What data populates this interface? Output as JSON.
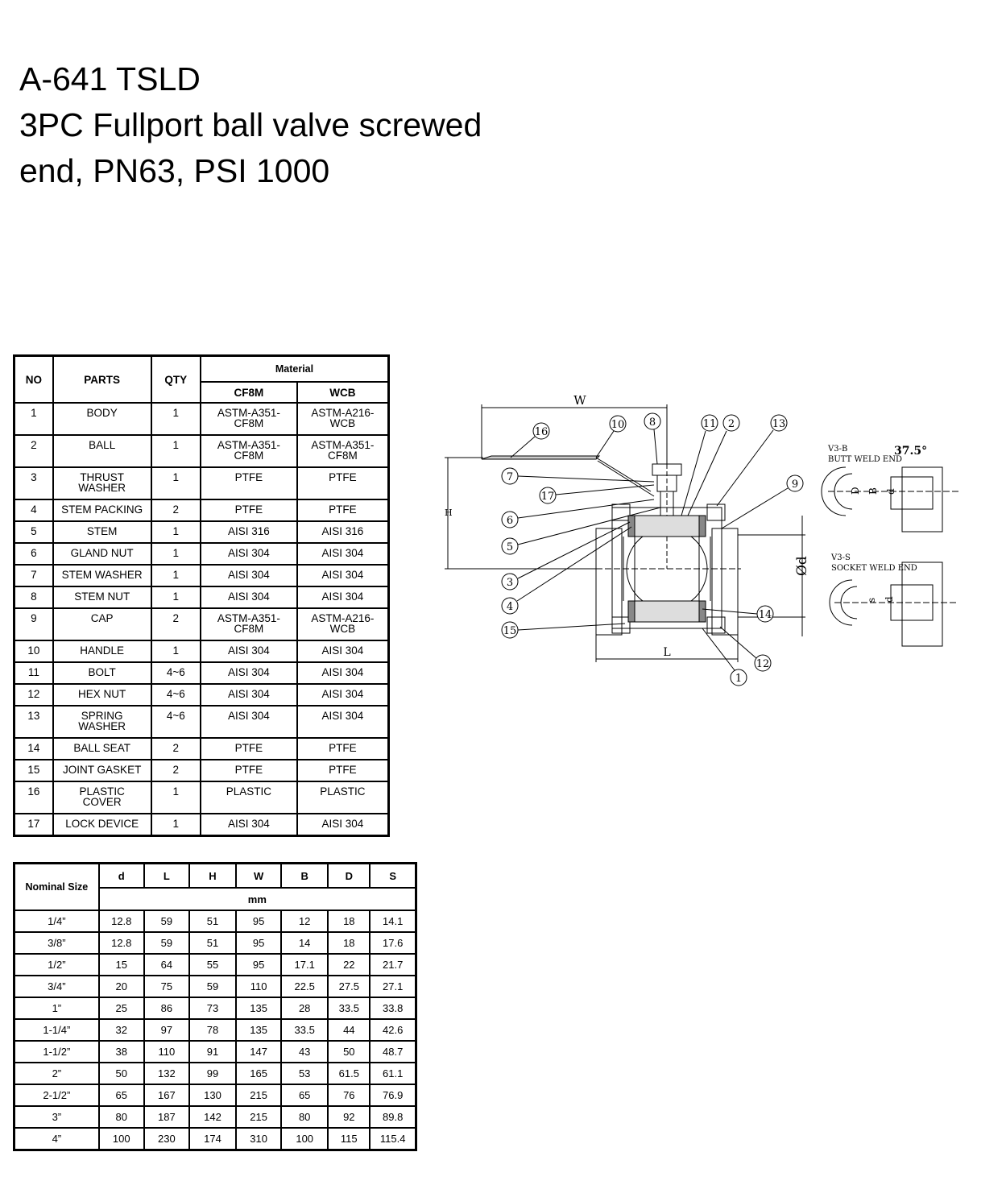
{
  "title": {
    "line1": "A-641 TSLD",
    "line2": "3PC Fullport ball valve screwed",
    "line3": "end, PN63, PSI 1000"
  },
  "parts_table": {
    "headers": {
      "no": "NO",
      "parts": "PARTS",
      "qty": "QTY",
      "material": "Material",
      "cf8m": "CF8M",
      "wcb": "WCB"
    },
    "rows": [
      {
        "no": "1",
        "part": "BODY",
        "qty": "1",
        "cf8m": "ASTM-A351-\nCF8M",
        "wcb": "ASTM-A216-\nWCB"
      },
      {
        "no": "2",
        "part": "BALL",
        "qty": "1",
        "cf8m": "ASTM-A351-\nCF8M",
        "wcb": "ASTM-A351-\nCF8M"
      },
      {
        "no": "3",
        "part": "THRUST\nWASHER",
        "qty": "1",
        "cf8m": "PTFE",
        "wcb": "PTFE"
      },
      {
        "no": "4",
        "part": "STEM PACKING",
        "qty": "2",
        "cf8m": "PTFE",
        "wcb": "PTFE"
      },
      {
        "no": "5",
        "part": "STEM",
        "qty": "1",
        "cf8m": "AISI 316",
        "wcb": "AISI 316"
      },
      {
        "no": "6",
        "part": "GLAND NUT",
        "qty": "1",
        "cf8m": "AISI 304",
        "wcb": "AISI 304"
      },
      {
        "no": "7",
        "part": "STEM WASHER",
        "qty": "1",
        "cf8m": "AISI 304",
        "wcb": "AISI 304"
      },
      {
        "no": "8",
        "part": "STEM NUT",
        "qty": "1",
        "cf8m": "AISI 304",
        "wcb": "AISI 304"
      },
      {
        "no": "9",
        "part": "CAP",
        "qty": "2",
        "cf8m": "ASTM-A351-\nCF8M",
        "wcb": "ASTM-A216-\nWCB"
      },
      {
        "no": "10",
        "part": "HANDLE",
        "qty": "1",
        "cf8m": "AISI 304",
        "wcb": "AISI 304"
      },
      {
        "no": "11",
        "part": "BOLT",
        "qty": "4~6",
        "cf8m": "AISI 304",
        "wcb": "AISI 304"
      },
      {
        "no": "12",
        "part": "HEX NUT",
        "qty": "4~6",
        "cf8m": "AISI 304",
        "wcb": "AISI 304"
      },
      {
        "no": "13",
        "part": "SPRING\nWASHER",
        "qty": "4~6",
        "cf8m": "AISI 304",
        "wcb": "AISI 304"
      },
      {
        "no": "14",
        "part": "BALL SEAT",
        "qty": "2",
        "cf8m": "PTFE",
        "wcb": "PTFE"
      },
      {
        "no": "15",
        "part": "JOINT GASKET",
        "qty": "2",
        "cf8m": "PTFE",
        "wcb": "PTFE"
      },
      {
        "no": "16",
        "part": "PLASTIC\nCOVER",
        "qty": "1",
        "cf8m": "PLASTIC",
        "wcb": "PLASTIC"
      },
      {
        "no": "17",
        "part": "LOCK DEVICE",
        "qty": "1",
        "cf8m": "AISI 304",
        "wcb": "AISI 304"
      }
    ]
  },
  "dims_table": {
    "headers": {
      "nominal": "Nominal Size",
      "cols": [
        "d",
        "L",
        "H",
        "W",
        "B",
        "D",
        "S"
      ],
      "unit": "mm"
    },
    "rows": [
      [
        "1/4”",
        "12.8",
        "59",
        "51",
        "95",
        "12",
        "18",
        "14.1"
      ],
      [
        "3/8”",
        "12.8",
        "59",
        "51",
        "95",
        "14",
        "18",
        "17.6"
      ],
      [
        "1/2”",
        "15",
        "64",
        "55",
        "95",
        "17.1",
        "22",
        "21.7"
      ],
      [
        "3/4”",
        "20",
        "75",
        "59",
        "110",
        "22.5",
        "27.5",
        "27.1"
      ],
      [
        "1”",
        "25",
        "86",
        "73",
        "135",
        "28",
        "33.5",
        "33.8"
      ],
      [
        "1-1/4”",
        "32",
        "97",
        "78",
        "135",
        "33.5",
        "44",
        "42.6"
      ],
      [
        "1-1/2”",
        "38",
        "110",
        "91",
        "147",
        "43",
        "50",
        "48.7"
      ],
      [
        "2”",
        "50",
        "132",
        "99",
        "165",
        "53",
        "61.5",
        "61.1"
      ],
      [
        "2-1/2”",
        "65",
        "167",
        "130",
        "215",
        "65",
        "76",
        "76.9"
      ],
      [
        "3”",
        "80",
        "187",
        "142",
        "215",
        "80",
        "92",
        "89.8"
      ],
      [
        "4”",
        "100",
        "230",
        "174",
        "310",
        "100",
        "115",
        "115.4"
      ]
    ]
  },
  "drawing": {
    "dim_w": "W",
    "dim_l": "L",
    "dim_h": "H",
    "dim_phi_d": "Ød",
    "callouts": [
      "16",
      "10",
      "8",
      "11",
      "2",
      "13",
      "7",
      "17",
      "9",
      "6",
      "5",
      "3",
      "4",
      "15",
      "14",
      "12",
      "1"
    ],
    "butt_weld": {
      "code": "V3-B",
      "label": "BUTT WELD END",
      "angle": "37.5°",
      "dims": [
        "D",
        "B",
        "d"
      ]
    },
    "socket_weld": {
      "code": "V3-S",
      "label": "SOCKET WELD END",
      "dims": [
        "s",
        "d"
      ]
    }
  }
}
